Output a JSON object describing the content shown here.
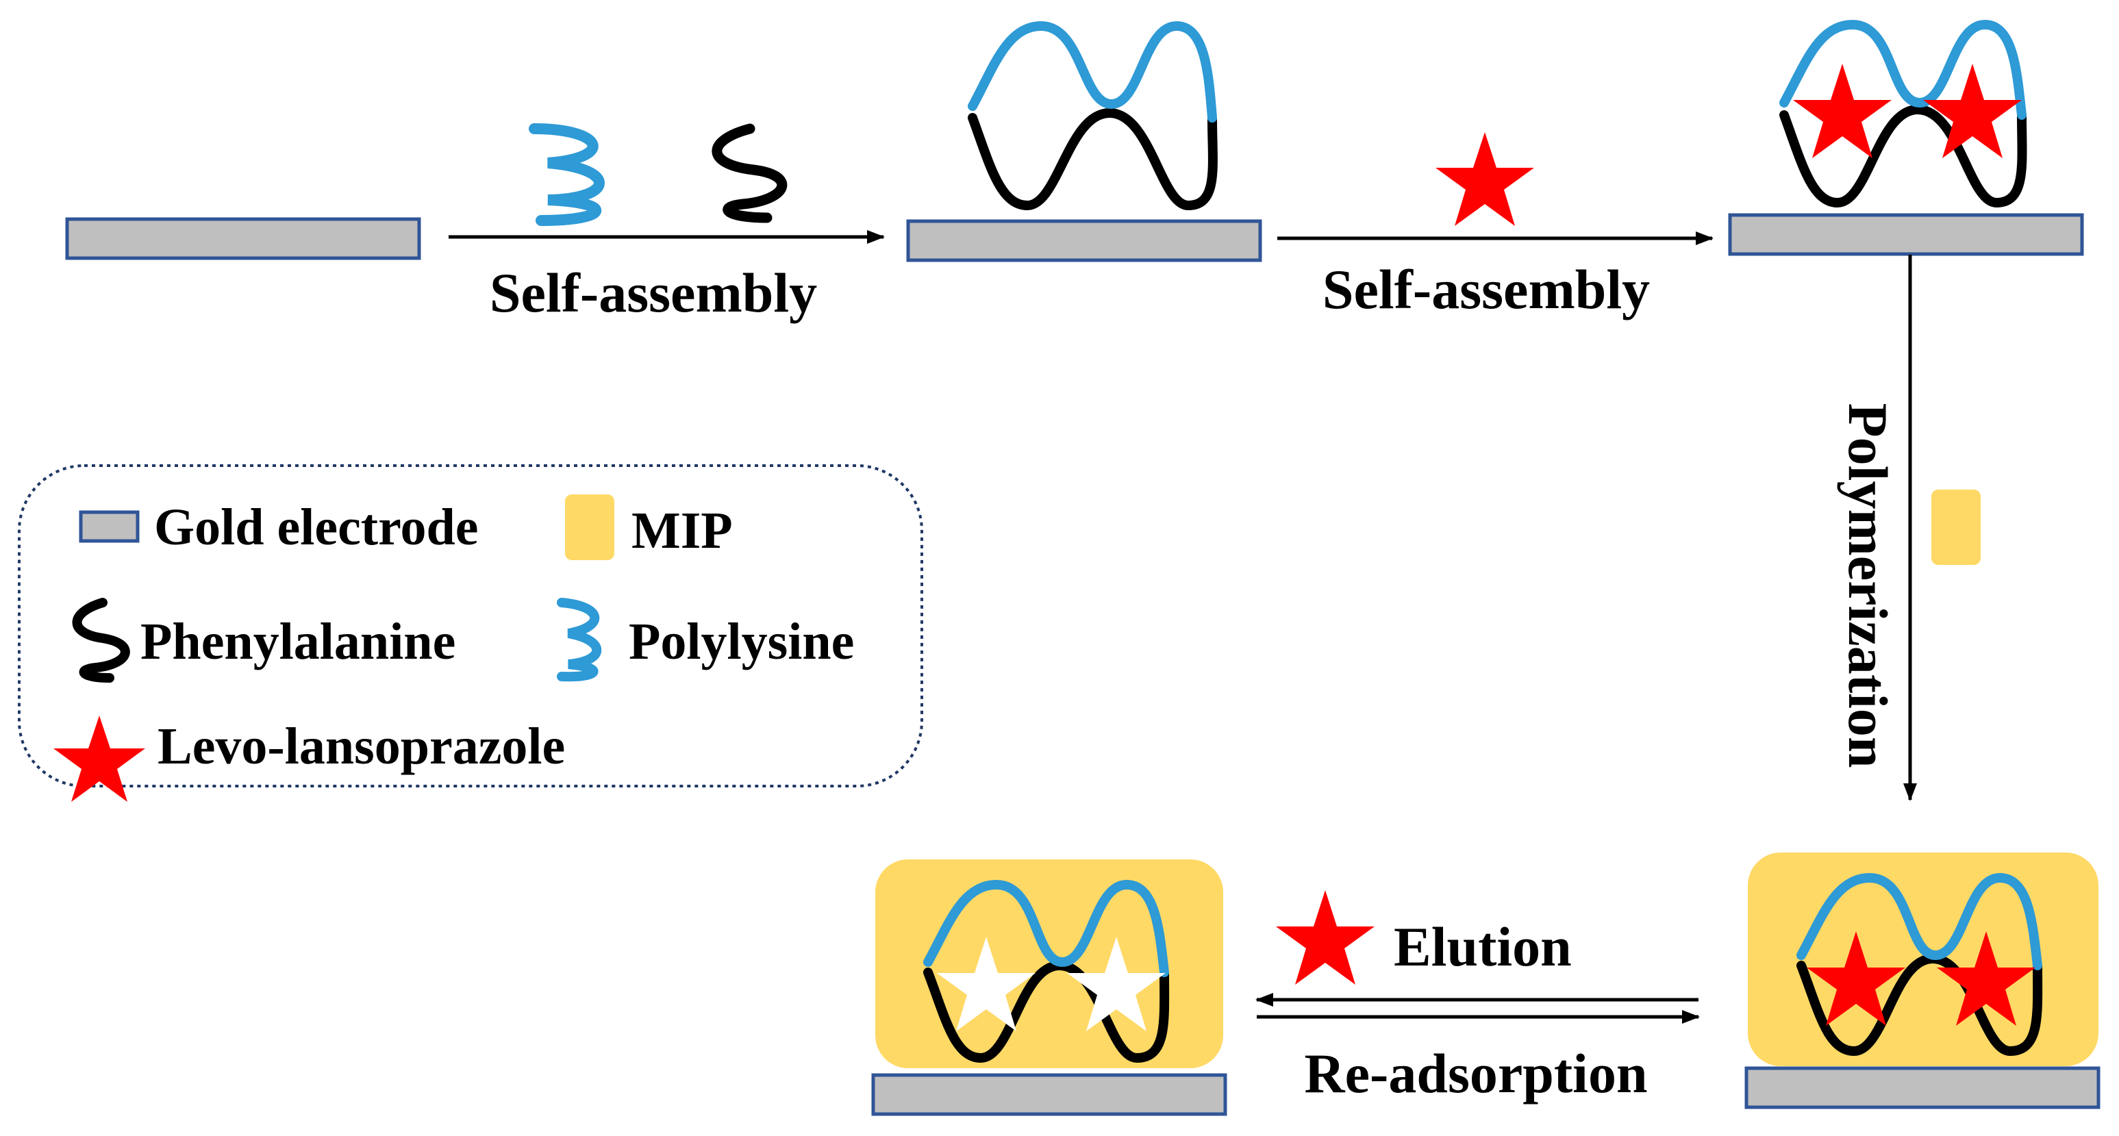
{
  "steps": {
    "step1_label": "Self-assembly",
    "step2_label": "Self-assembly",
    "step3_label": "Polymerization",
    "elution_label": "Elution",
    "readsorption_label": "Re-adsorption"
  },
  "legend": {
    "gold_electrode": "Gold electrode",
    "mip": "MIP",
    "phenylalanine": "Phenylalanine",
    "polylysine": "Polylysine",
    "levo_lansoprazole": "Levo-lansoprazole"
  },
  "colors": {
    "electrode_fill": "#bfbfbf",
    "electrode_stroke": "#2f5597",
    "polylysine": "#2e9ad6",
    "phenylalanine": "#000000",
    "template_star": "#ff0000",
    "mip": "#ffd966",
    "cavity_star": "#ffffff",
    "legend_border": "#1f3864"
  }
}
